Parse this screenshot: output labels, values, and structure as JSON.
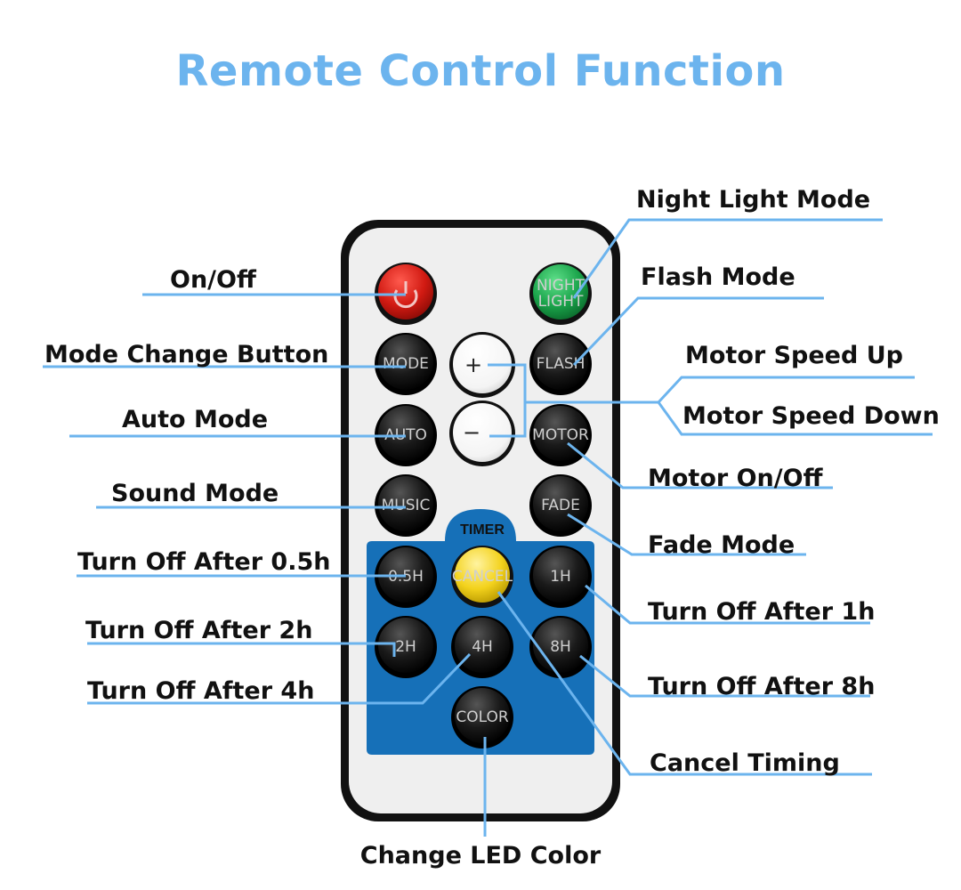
{
  "title": "Remote Control Function",
  "accent_color": "#6cb4ee",
  "remote": {
    "timer_label": "TIMER",
    "buttons": {
      "power": "",
      "night_light": "NIGHT LIGHT",
      "mode": "MODE",
      "plus": "+",
      "flash": "FLASH",
      "auto": "AUTO",
      "minus": "−",
      "motor": "MOTOR",
      "music": "MUSIC",
      "fade": "FADE",
      "h05": "0.5H",
      "cancel": "CANCEL",
      "h1": "1H",
      "h2": "2H",
      "h4": "4H",
      "h8": "8H",
      "color": "COLOR"
    }
  },
  "callouts": {
    "on_off": "On/Off",
    "mode_change": "Mode Change Button",
    "auto_mode": "Auto Mode",
    "sound_mode": "Sound Mode",
    "off_05h": "Turn Off After 0.5h",
    "off_2h": "Turn Off After 2h",
    "off_4h": "Turn Off After 4h",
    "night_light_mode": "Night Light Mode",
    "flash_mode": "Flash Mode",
    "speed_up": "Motor Speed Up",
    "speed_down": "Motor Speed Down",
    "motor_on_off": "Motor On/Off",
    "fade_mode": "Fade Mode",
    "off_1h": "Turn Off After 1h",
    "off_8h": "Turn Off After 8h",
    "cancel_timing": "Cancel Timing",
    "change_color": "Change LED Color"
  }
}
